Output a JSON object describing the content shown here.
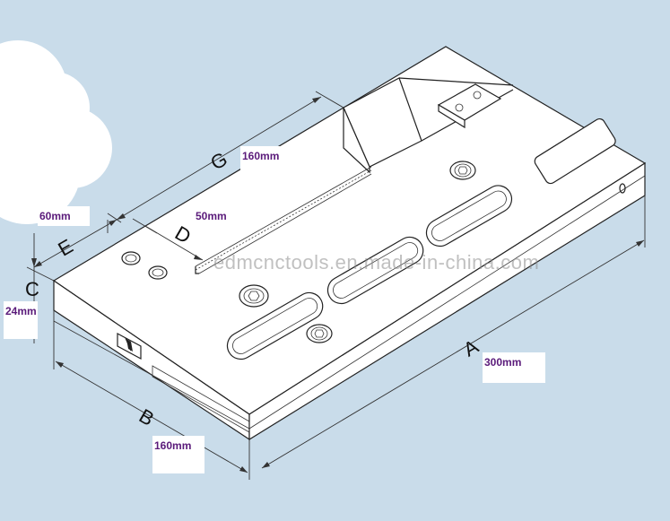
{
  "dimension_letters": {
    "a": "A",
    "b": "B",
    "c": "C",
    "d": "D",
    "e": "E",
    "g": "G"
  },
  "dimension_values": {
    "a": "300mm",
    "b": "160mm",
    "c": "24mm",
    "d": "50mm",
    "e": "60mm",
    "g": "160mm"
  },
  "watermark": "edmcnctools.en.made-in-china.com",
  "colors": {
    "background": "#c9dcea",
    "label_text": "#5a1a7a",
    "cloud": "#ffffff"
  }
}
